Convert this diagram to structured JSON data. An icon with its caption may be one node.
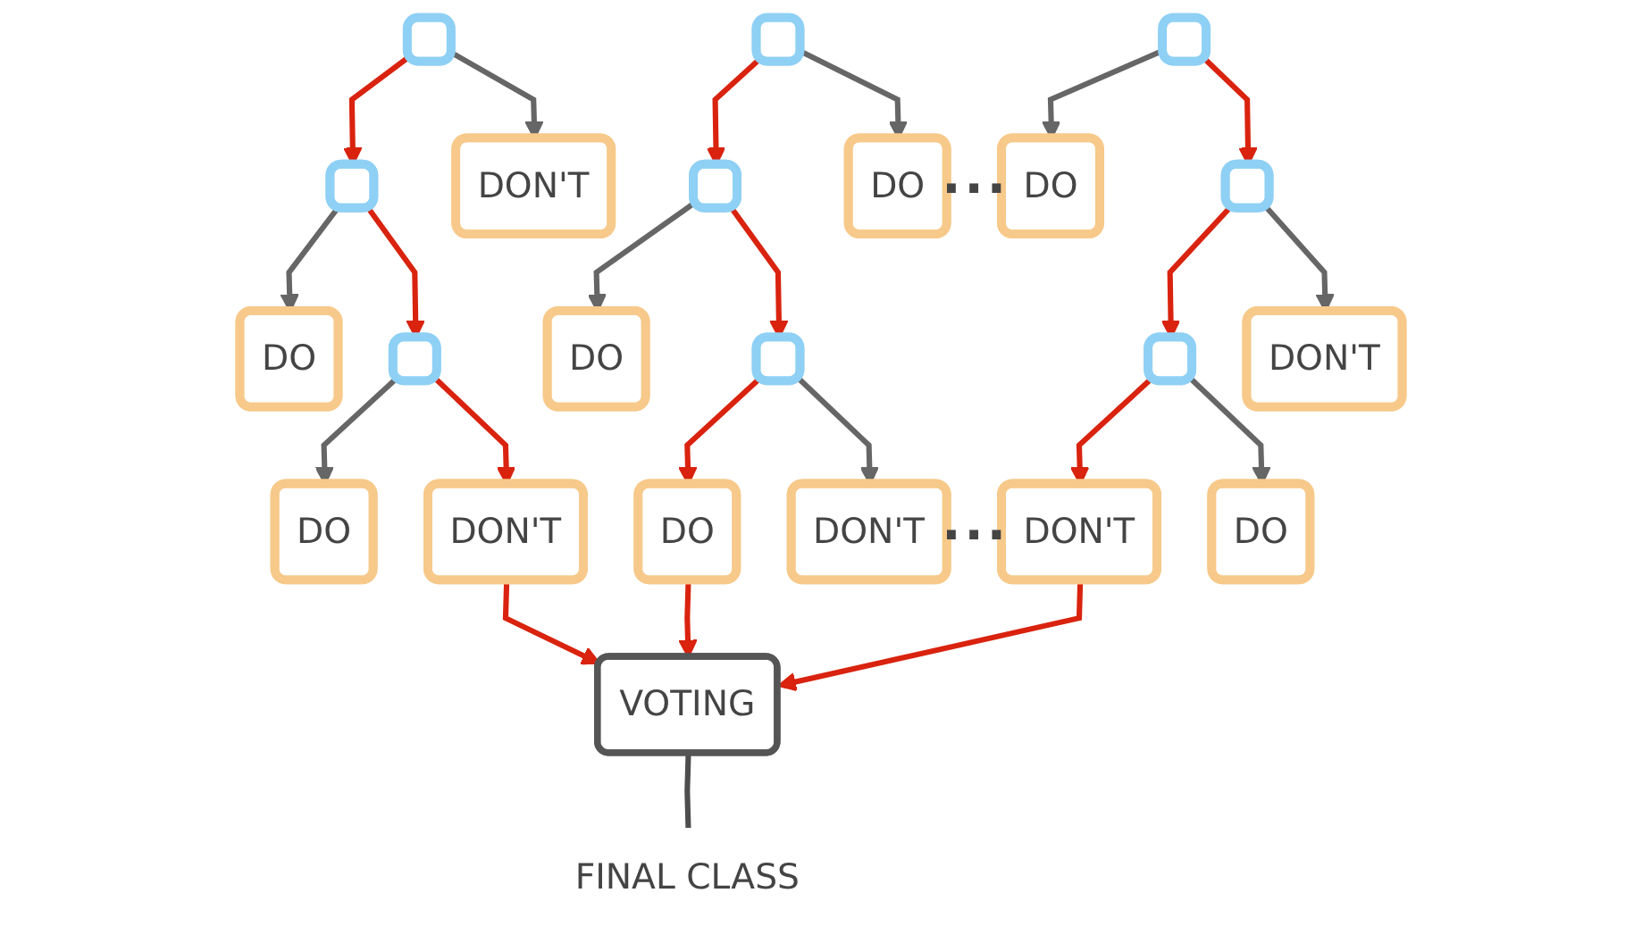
{
  "diagram": {
    "nodes": [
      {
        "text": [],
        "shape": "box"
      },
      {
        "text": [],
        "shape": "box"
      },
      {
        "text": [
          "DON'T"
        ]
      },
      {
        "text": [
          "DO"
        ]
      },
      {
        "text": [],
        "shape": "box"
      },
      {
        "text": [
          "DO"
        ]
      },
      {
        "text": [
          "DON'T"
        ]
      },
      {
        "text": [],
        "shape": "box"
      },
      {
        "text": [],
        "shape": "box"
      },
      {
        "text": [
          "DO"
        ]
      },
      {
        "text": [
          "DO"
        ]
      },
      {
        "text": [],
        "shape": "box"
      },
      {
        "text": [
          "DO"
        ]
      },
      {
        "text": [
          "DON'T"
        ]
      },
      {
        "text": [],
        "shape": "box"
      },
      {
        "text": [
          "DO"
        ]
      },
      {
        "text": [],
        "shape": "box"
      },
      {
        "text": [],
        "shape": "box"
      },
      {
        "text": [
          "DON'T"
        ]
      },
      {
        "text": [
          "DON'T"
        ]
      },
      {
        "text": [
          "DO"
        ]
      },
      {
        "text": [
          "VOTING"
        ]
      },
      {
        "text": [
          "FINAL CLASS"
        ]
      }
    ],
    "edges": [
      {
        "from": 0,
        "to": 1,
        "arrow": "to",
        "color": "#d9230f"
      },
      {
        "from": 0,
        "to": 2,
        "arrow": "to",
        "color": "#666666"
      },
      {
        "from": 1,
        "to": 3,
        "arrow": "to",
        "color": "#666666"
      },
      {
        "from": 1,
        "to": 4,
        "arrow": "to",
        "color": "#d9230f"
      },
      {
        "from": 4,
        "to": 5,
        "arrow": "to",
        "color": "#666666"
      },
      {
        "from": 4,
        "to": 6,
        "arrow": "to",
        "color": "#d9230f"
      },
      {
        "from": 7,
        "to": 8,
        "arrow": "to",
        "color": "#d9230f"
      },
      {
        "from": 7,
        "to": 9,
        "arrow": "to",
        "color": "#666666"
      },
      {
        "from": 8,
        "to": 10,
        "arrow": "to",
        "color": "#666666"
      },
      {
        "from": 8,
        "to": 11,
        "arrow": "to",
        "color": "#d9230f"
      },
      {
        "from": 11,
        "to": 12,
        "arrow": "to",
        "color": "#d9230f"
      },
      {
        "from": 11,
        "to": 13,
        "arrow": "to",
        "color": "#666666"
      },
      {
        "from": 14,
        "to": 15,
        "arrow": "to",
        "color": "#666666"
      },
      {
        "from": 14,
        "to": 16,
        "arrow": "to",
        "color": "#d9230f"
      },
      {
        "from": 16,
        "to": 17,
        "arrow": "to",
        "color": "#d9230f"
      },
      {
        "from": 16,
        "to": 18,
        "arrow": "to",
        "color": "#666666"
      },
      {
        "from": 17,
        "to": 19,
        "arrow": "to",
        "color": "#d9230f"
      },
      {
        "from": 17,
        "to": 20,
        "arrow": "to",
        "color": "#666666"
      },
      {
        "from": 6,
        "to": 21,
        "arrow": "to",
        "color": "#d9230f"
      },
      {
        "from": 12,
        "to": 21,
        "arrow": "to",
        "color": "#d9230f"
      },
      {
        "from": 19,
        "to": 21,
        "arrow": "to",
        "color": "#d9230f"
      },
      {
        "from": 21,
        "to": 22,
        "arrow": "none",
        "color": "#4d4d4d"
      }
    ],
    "labels": [
      "...",
      "..."
    ]
  }
}
